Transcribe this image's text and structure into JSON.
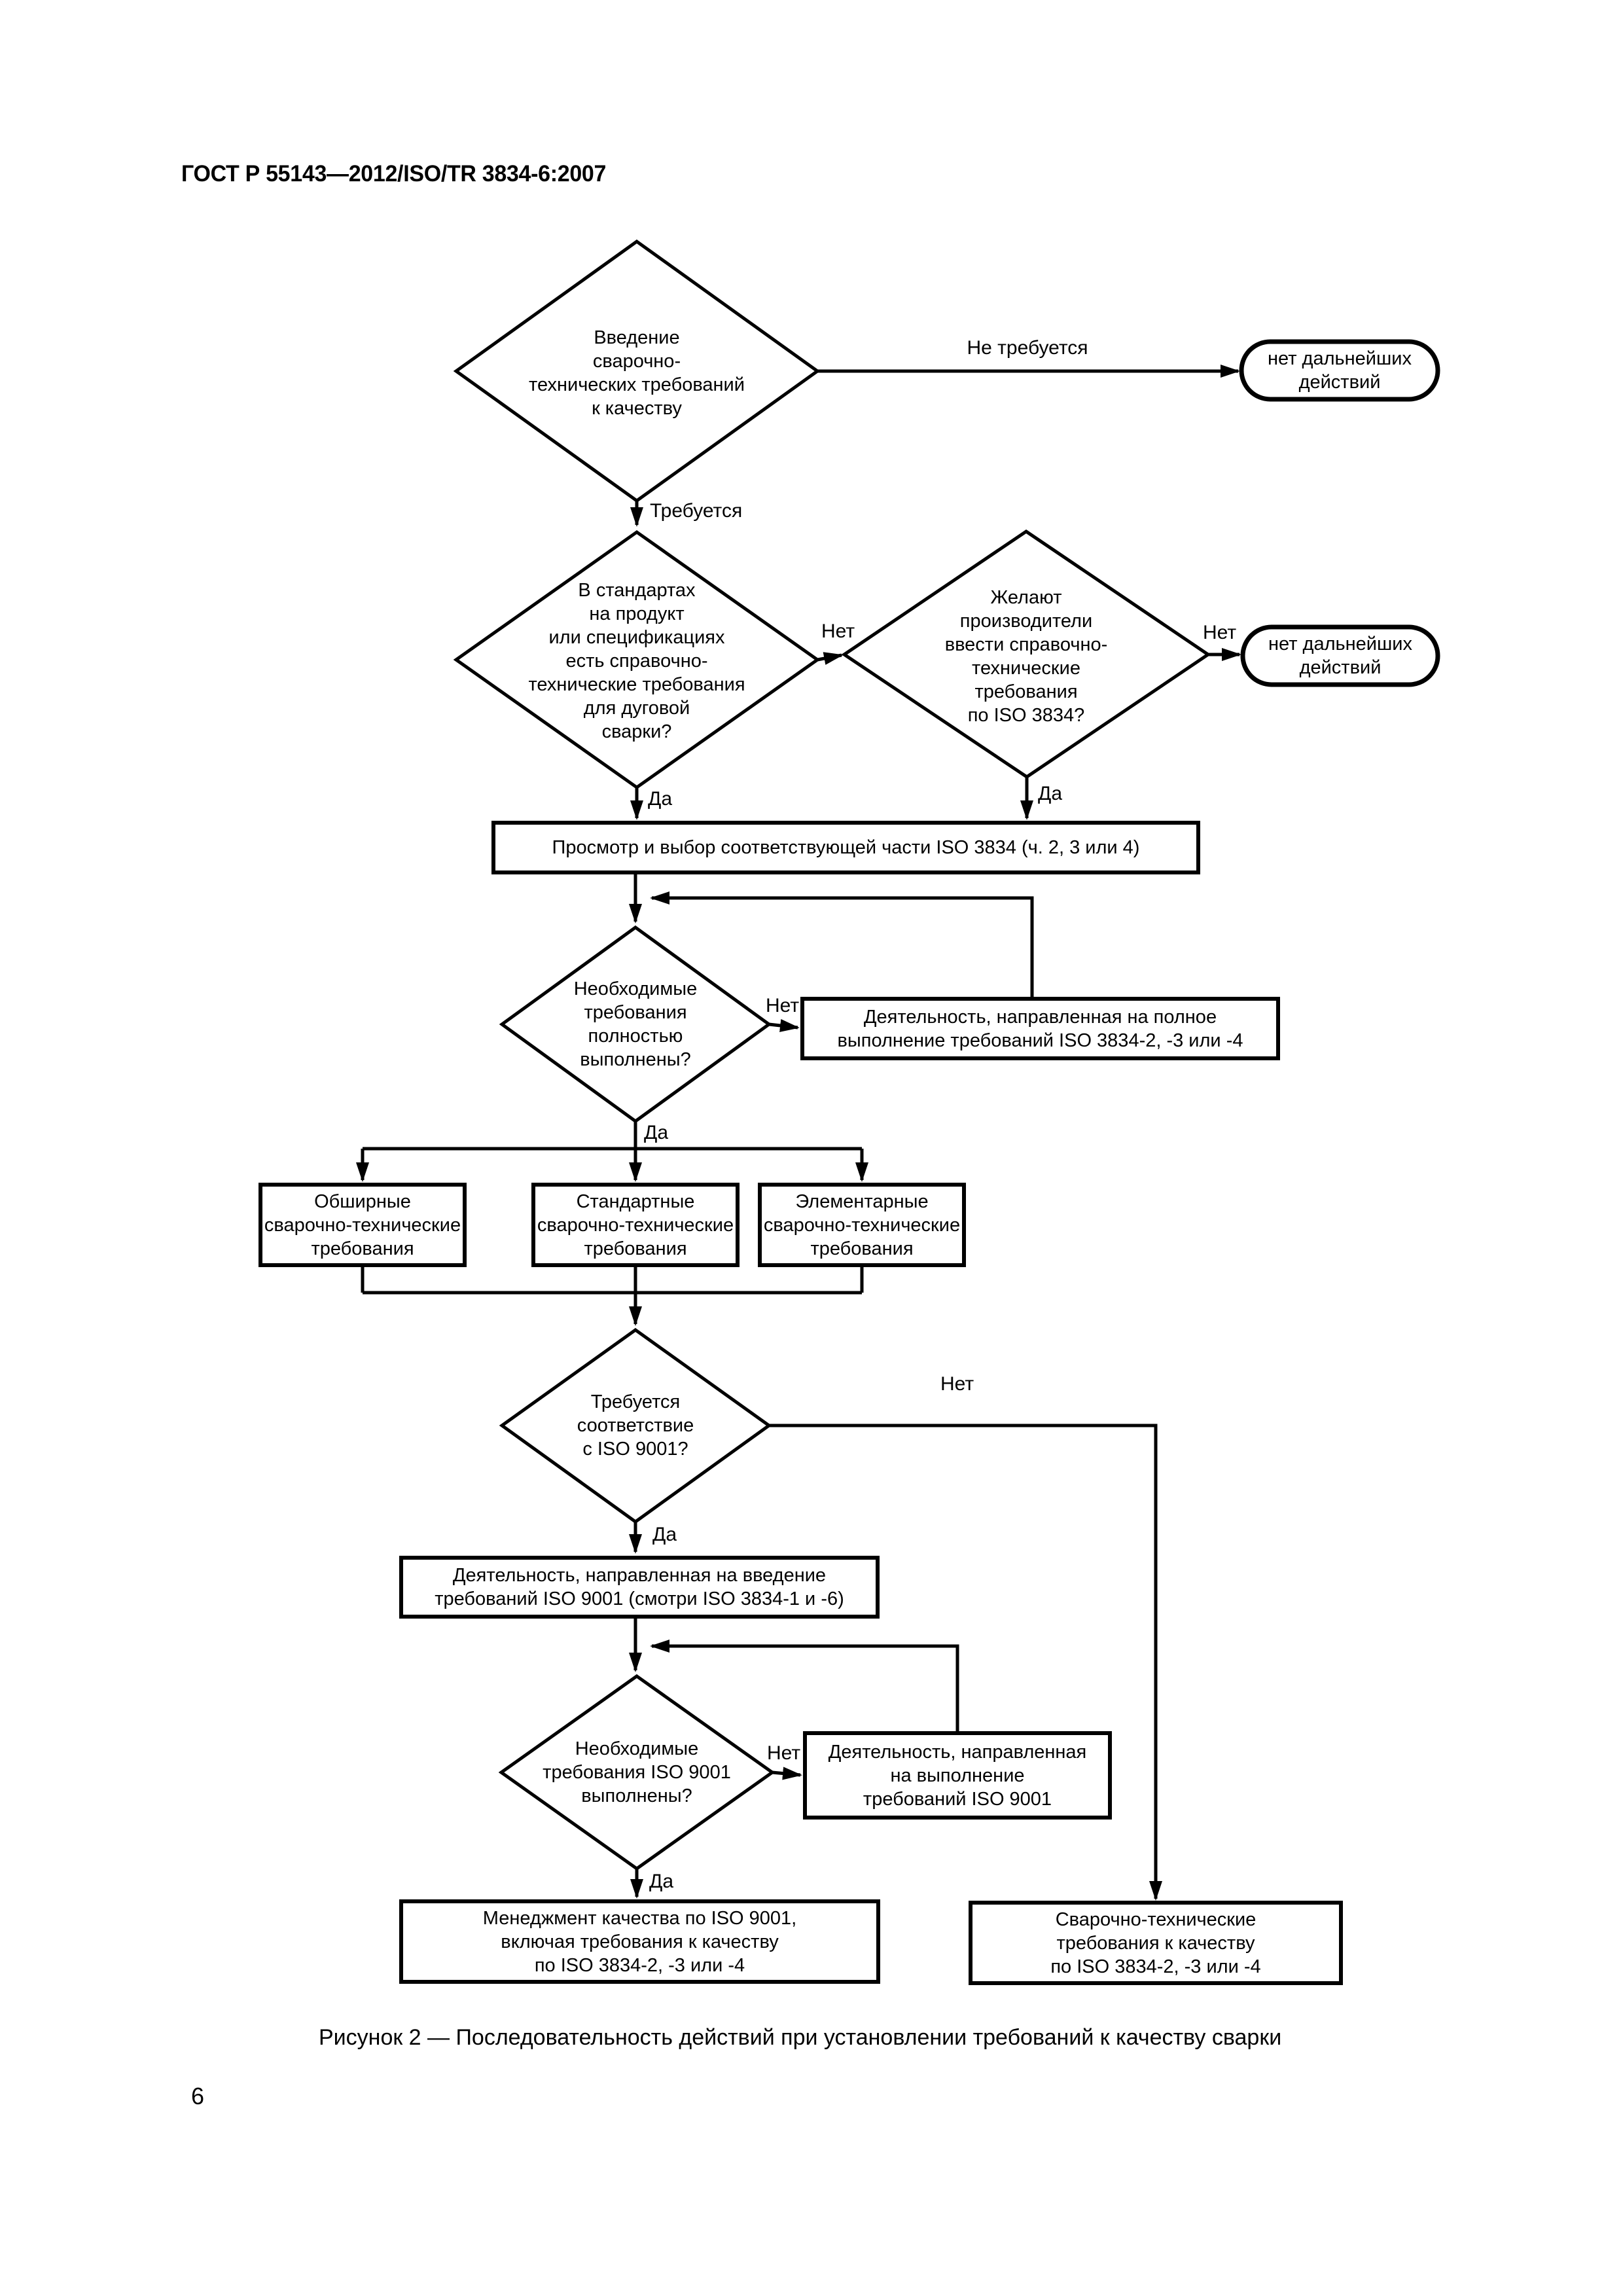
{
  "page": {
    "header": "ГОСТ Р 55143—2012/ISO/TR 3834-6:2007",
    "caption": "Рисунок 2 — Последовательность действий при установлении требований к качеству сварки",
    "page_number": "6"
  },
  "flowchart": {
    "nodes": {
      "d1": {
        "text": "Введение\nсварочно-\nтехнических требований\nк качеству"
      },
      "cap1": {
        "text": "нет дальнейших\nдействий"
      },
      "d2": {
        "text": "В стандартах\nна продукт\nили спецификациях\nесть справочно-\nтехнические требования\nдля дуговой\nсварки?"
      },
      "dr": {
        "text": "Желают\nпроизводители\nввести справочно-\nтехнические\nтребования\nпо ISO 3834?"
      },
      "cap2": {
        "text": "нет дальнейших\nдействий"
      },
      "review": {
        "text": "Просмотр и выбор соответствующей части ISO 3834 (ч. 2, 3 или 4)"
      },
      "d3": {
        "text": "Необходимые\nтребования\nполностью\nвыполнены?"
      },
      "act3834": {
        "text": "Деятельность, направленная на полное\nвыполнение требований ISO 3834-2, -3 или -4"
      },
      "box_extensive": {
        "text": "Обширные\nсварочно-технические\nтребования"
      },
      "box_standard": {
        "text": "Стандартные\nсварочно-технические\nтребования"
      },
      "box_elementary": {
        "text": "Элементарные\nсварочно-технические\nтребования"
      },
      "d4": {
        "text": "Требуется\nсоответствие\nс ISO 9001?"
      },
      "act9001_intro": {
        "text": "Деятельность, направленная на введение\nтребований ISO 9001 (смотри ISO 3834-1 и -6)"
      },
      "d5": {
        "text": "Необходимые\nтребования ISO 9001\nвыполнены?"
      },
      "act9001_do": {
        "text": "Деятельность, направленная\nна выполнение\nтребований ISO 9001"
      },
      "mgmt": {
        "text": "Менеджмент качества по ISO 9001,\nвключая требования к качеству\nпо ISO 3834-2, -3 или -4"
      },
      "weldreq": {
        "text": "Сварочно-технические\nтребования к качеству\nпо ISO 3834-2, -3 или -4"
      }
    },
    "labels": {
      "d1_no": "Не требуется",
      "d1_yes": "Требуется",
      "d2_no": "Нет",
      "d2_yes": "Да",
      "dr_no": "Нет",
      "dr_yes": "Да",
      "d3_no": "Нет",
      "d3_yes": "Да",
      "d4_no": "Нет",
      "d4_yes": "Да",
      "d5_no": "Нет",
      "d5_yes": "Да"
    },
    "colors": {
      "line": "#000000",
      "fill": "#ffffff"
    }
  }
}
